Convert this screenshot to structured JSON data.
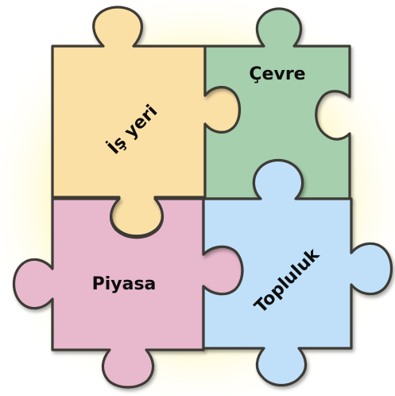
{
  "diagram": {
    "pieces": [
      {
        "id": "is-yeri",
        "label": "İş yeri",
        "color": "#fbe0a6"
      },
      {
        "id": "cevre",
        "label": "Çevre",
        "color": "#a6cfad"
      },
      {
        "id": "piyasa",
        "label": "Piyasa",
        "color": "#e8b8cd"
      },
      {
        "id": "topluluk",
        "label": "Topluluk",
        "color": "#bfe0f8"
      }
    ],
    "background_glow": "#fff3a0",
    "outline_color": "#3d3a36"
  }
}
